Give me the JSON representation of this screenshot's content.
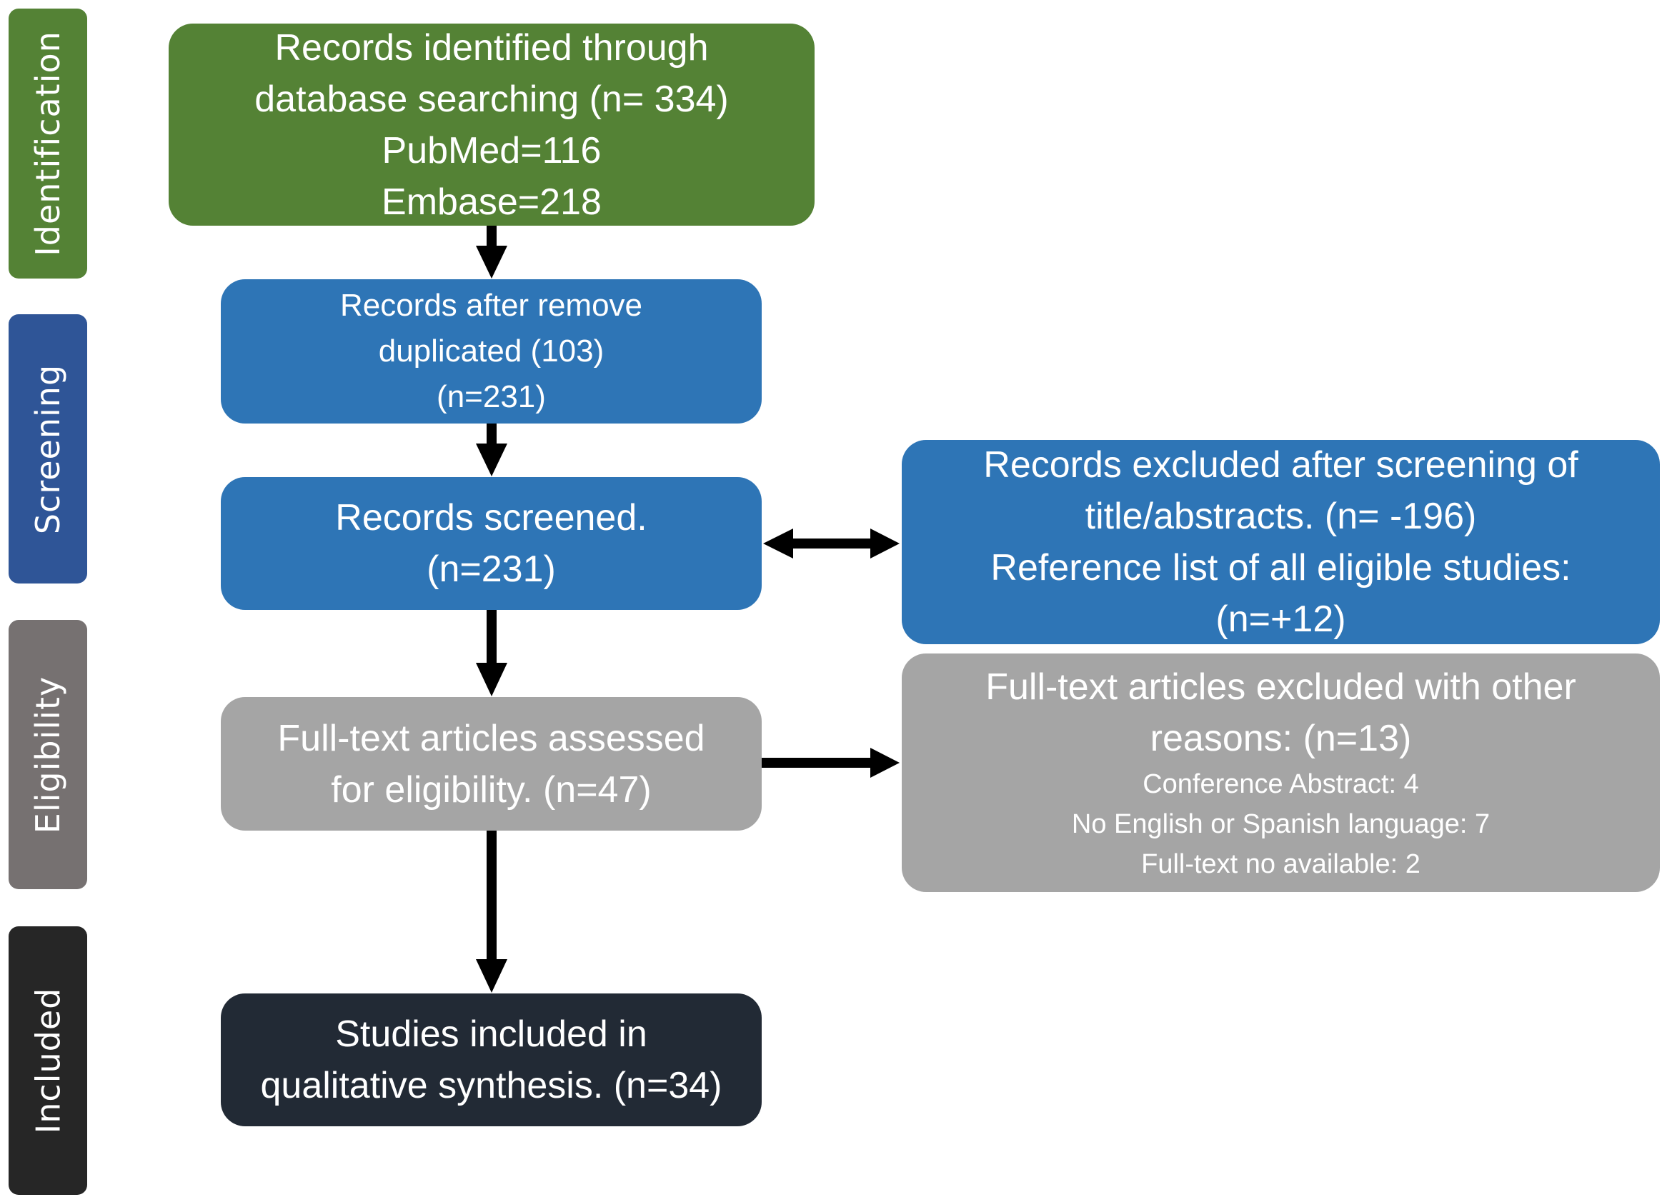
{
  "stages": [
    {
      "label": "Identification",
      "color": "#548235"
    },
    {
      "label": "Screening",
      "color": "#2F5597"
    },
    {
      "label": "Eligibility",
      "color": "#767171"
    },
    {
      "label": "Included",
      "color": "#262626"
    }
  ],
  "boxes": {
    "identified": {
      "lines": [
        "Records identified through",
        "database searching (n= 334)",
        "PubMed=116",
        "Embase=218"
      ],
      "color": "#548235"
    },
    "deduplicated": {
      "lines": [
        "Records after remove",
        "duplicated (103)",
        "(n=231)"
      ],
      "color": "#2E75B6"
    },
    "screened": {
      "lines": [
        "Records screened.",
        "(n=231)"
      ],
      "color": "#2E75B6"
    },
    "excluded_screening": {
      "lines": [
        "Records excluded after screening of",
        "title/abstracts. (n= -196)",
        "Reference list of all eligible studies:",
        "(n=+12)"
      ],
      "color": "#2E75B6"
    },
    "full_text_assessed": {
      "lines": [
        "Full-text articles assessed",
        "for eligibility. (n=47)"
      ],
      "color": "#A5A5A5"
    },
    "full_text_excluded": {
      "lines": [
        "Full-text articles excluded with other",
        "reasons: (n=13)"
      ],
      "reasons": [
        "Conference Abstract: 4",
        "No English or Spanish language: 7",
        "Full-text no available: 2"
      ],
      "color": "#A5A5A5"
    },
    "included": {
      "lines": [
        "Studies included in",
        "qualitative synthesis. (n=34)"
      ],
      "color": "#222A35"
    }
  }
}
